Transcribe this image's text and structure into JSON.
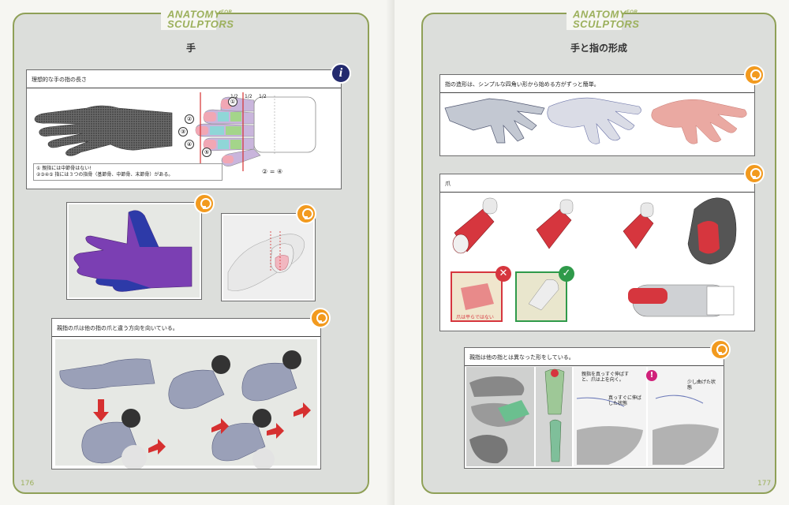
{
  "left": {
    "logo": "ANATOMY",
    "logo_sub": "FOR",
    "logo2": "SCULPTORS",
    "title": "手",
    "page_number": "176",
    "panel1": {
      "caption": "理想的な手の指の長さ",
      "numbers": [
        "①",
        "②",
        "③",
        "④",
        "⑤"
      ],
      "equation": "② = ④",
      "fractions": [
        "1/2",
        "1/2",
        "1/2"
      ],
      "note_line1": "① 親指には中節骨はない!",
      "note_line2": "②③④⑤ 指には３つの指骨（基節骨、中節骨、末節骨）がある。",
      "info_icon": "i"
    },
    "panel4": {
      "caption": "親指の爪は他の指の爪と違う方向を向いている。"
    }
  },
  "right": {
    "logo": "ANATOMY",
    "logo_sub": "FOR",
    "logo2": "SCULPTORS",
    "title": "手と指の形成",
    "page_number": "177",
    "panel1": {
      "caption": "指の造形は、シンプルな四角い形から始める方がずっと簡単。"
    },
    "panel2": {
      "caption": "爪",
      "bad_label": "爪は平らではない"
    },
    "panel3": {
      "caption": "親指は他の指とは異なった形をしている。",
      "note1": "親指を真っすぐ伸ばすと、爪は上を向く。",
      "note2": "真っすぐに伸ばした状態",
      "note3": "少し曲げた状態"
    }
  },
  "colors": {
    "accent": "#9cb05c",
    "bulb": "#f29a1e",
    "info": "#232a6e",
    "nail": "#d6363e",
    "ok": "#2f9a4a",
    "ng": "#d6363e"
  }
}
